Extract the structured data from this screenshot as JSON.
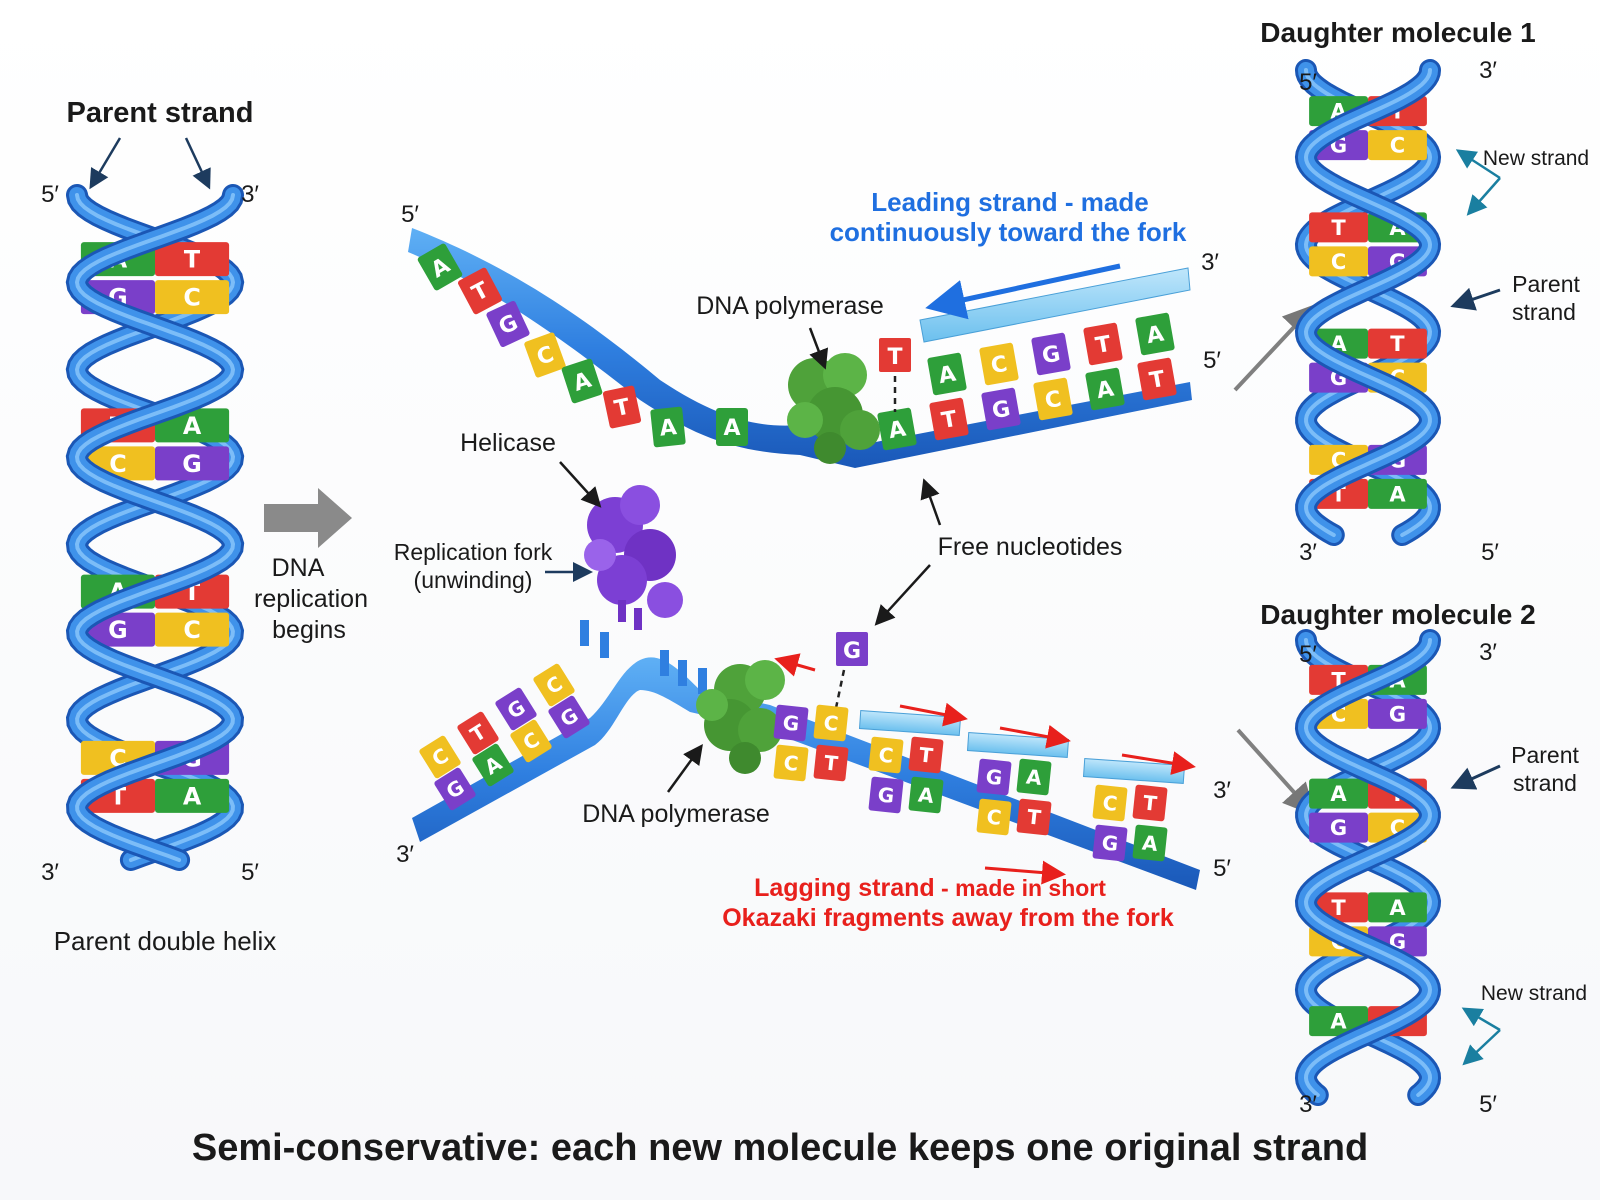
{
  "colors": {
    "strand_blue": "#2f7fe0",
    "strand_blue_dark": "#1a5fc8",
    "A": "#2e9f3a",
    "T": "#e33a34",
    "G": "#7a3fc9",
    "C": "#f0c020",
    "helicase": "#7c3fd4",
    "polymerase": "#4fa23a",
    "leading_text": "#1f6fe0",
    "lagging_text": "#e8201c"
  },
  "parent": {
    "title": "Parent strand",
    "end_top_left": "5′",
    "end_top_right": "3′",
    "end_bottom_left": "3′",
    "end_bottom_right": "5′",
    "caption": "Parent double helix",
    "pairs": [
      [
        "A",
        "T"
      ],
      [
        "G",
        "C"
      ],
      [
        "T",
        "A"
      ],
      [
        "C",
        "G"
      ],
      [
        "A",
        "T"
      ],
      [
        "G",
        "C"
      ],
      [
        "C",
        "G"
      ],
      [
        "T",
        "A"
      ]
    ]
  },
  "begin_arrow": {
    "label_lines": [
      "DNA",
      "replication",
      "begins"
    ]
  },
  "fork": {
    "top_end_left": "5′",
    "top_end_right_upper": "3′",
    "top_end_right_lower": "5′",
    "bottom_end_left": "3′",
    "bottom_end_right_upper": "3′",
    "bottom_end_right_lower": "5′",
    "top_unpaired_bases": [
      "A",
      "T",
      "G",
      "C",
      "A",
      "T",
      "A",
      "A"
    ],
    "top_new_bases": [
      "A",
      "C",
      "G",
      "T",
      "A"
    ],
    "top_template_bases": [
      "A",
      "T",
      "G",
      "C",
      "A",
      "T"
    ],
    "incoming_top": "T",
    "bottom_left_upper": [
      "C",
      "T",
      "G",
      "C"
    ],
    "bottom_left_lower": [
      "G",
      "A",
      "C",
      "G"
    ],
    "incoming_bottom": "G",
    "lag_frag1_top": [
      "G",
      "C"
    ],
    "lag_frag1_bottom": [
      "C",
      "T"
    ],
    "lag_frag2_top": [
      "C",
      "T"
    ],
    "lag_frag2_bottom": [
      "G",
      "A"
    ],
    "lag_frag3_top": [
      "G",
      "A"
    ],
    "lag_frag3_bottom": [
      "C",
      "T"
    ],
    "lag_frag4_top": [
      "C",
      "T"
    ],
    "lag_frag4_bottom": [
      "G",
      "A"
    ]
  },
  "labels": {
    "leading_line1": "Leading strand - made",
    "leading_line2": "continuously toward the fork",
    "dna_polymerase_top": "DNA polymerase",
    "dna_polymerase_bottom": "DNA polymerase",
    "helicase": "Helicase",
    "replication_fork_line1": "Replication fork",
    "replication_fork_line2": "(unwinding)",
    "free_nucleotides": "Free nucleotides",
    "lagging_line1a": "Lagging strand",
    "lagging_line1b": " - made in short",
    "lagging_line2": "Okazaki fragments away from the fork"
  },
  "daughter1": {
    "title": "Daughter molecule 1",
    "end_top_left": "5′",
    "end_top_right": "3′",
    "end_bottom_left": "3′",
    "end_bottom_right": "5′",
    "new_strand": "New strand",
    "parent_strand_line1": "Parent",
    "parent_strand_line2": "strand",
    "pairs": [
      [
        "A",
        "T"
      ],
      [
        "G",
        "C"
      ],
      [
        "T",
        "A"
      ],
      [
        "C",
        "G"
      ],
      [
        "A",
        "T"
      ],
      [
        "G",
        "C"
      ],
      [
        "C",
        "G"
      ],
      [
        "T",
        "A"
      ]
    ]
  },
  "daughter2": {
    "title": "Daughter molecule 2",
    "end_top_left": "5′",
    "end_top_right": "3′",
    "end_bottom_left": "3′",
    "end_bottom_right": "5′",
    "new_strand": "New strand",
    "parent_strand_line1": "Parent",
    "parent_strand_line2": "strand",
    "pairs": [
      [
        "T",
        "A"
      ],
      [
        "C",
        "G"
      ],
      [
        "A",
        "T"
      ],
      [
        "G",
        "C"
      ],
      [
        "T",
        "A"
      ],
      [
        "C",
        "G"
      ],
      [
        "A",
        "T"
      ]
    ]
  },
  "footer": "Semi-conservative: each new molecule keeps one original strand"
}
